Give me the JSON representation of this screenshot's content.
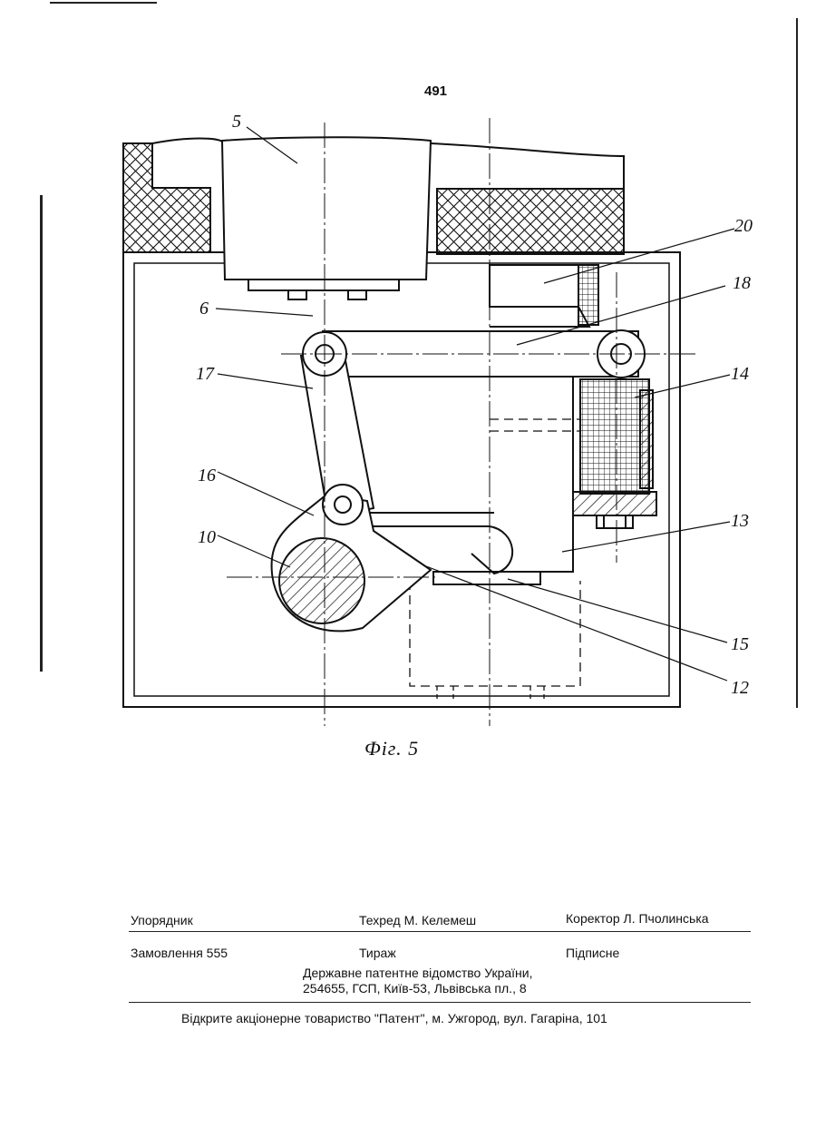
{
  "page_number": "491",
  "figure": {
    "caption": "Фіг. 5",
    "labels": [
      "5",
      "20",
      "18",
      "6",
      "17",
      "14",
      "16",
      "10",
      "13",
      "15",
      "12"
    ]
  },
  "imprint": {
    "compiler": "Упорядник",
    "techred": "Техред М. Келемеш",
    "corrector": "Коректор Л. Пчолинська",
    "order": "Замовлення 555",
    "circulation": "Тираж",
    "subscription": "Підписне",
    "office_line1": "Державне патентне відомство України,",
    "office_line2": "254655, ГСП, Київ-53, Львівська пл., 8",
    "printer": "Відкрите акціонерне товариство \"Патент\", м. Ужгород, вул. Гагаріна, 101"
  }
}
